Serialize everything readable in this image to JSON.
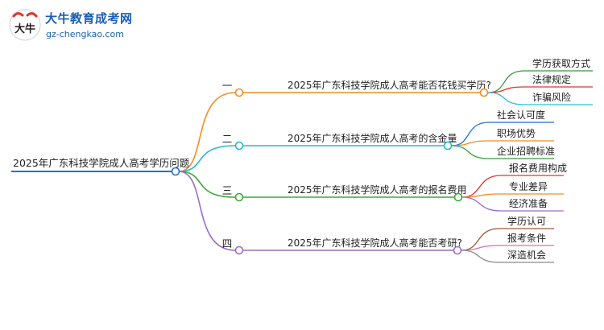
{
  "logo": {
    "brand": "大牛教育成考网",
    "url": "gz-chengkao.com",
    "badge_text": "大牛"
  },
  "mindmap": {
    "root": "2025年广东科技学院成人高考学历问题",
    "branches": [
      {
        "index": "一",
        "title": "2025年广东科技学院成人高考能否花钱买学历?",
        "color": "#f58b1f",
        "children": [
          {
            "label": "学历获取方式",
            "color": "#2e9e3a"
          },
          {
            "label": "法律规定",
            "color": "#e0352b"
          },
          {
            "label": "诈骗风险",
            "color": "#2bbfd6"
          }
        ]
      },
      {
        "index": "二",
        "title": "2025年广东科技学院成人高考的含金量",
        "color": "#24b9d0",
        "children": [
          {
            "label": "社会认可度",
            "color": "#1e72c8"
          },
          {
            "label": "职场优势",
            "color": "#f58b1f"
          },
          {
            "label": "企业招聘标准",
            "color": "#2e9e3a"
          }
        ]
      },
      {
        "index": "三",
        "title": "2025年广东科技学院成人高考的报名费用",
        "color": "#3ca83c",
        "children": [
          {
            "label": "报名费用构成",
            "color": "#e0352b"
          },
          {
            "label": "专业差异",
            "color": "#f58b1f"
          },
          {
            "label": "经济准备",
            "color": "#9a6cc8"
          }
        ]
      },
      {
        "index": "四",
        "title": "2025年广东科技学院成人高考能否考研?",
        "color": "#9a6cc8",
        "children": [
          {
            "label": "学历认可",
            "color": "#9b5a3a"
          },
          {
            "label": "报考条件",
            "color": "#e36aa6"
          },
          {
            "label": "深造机会",
            "color": "#8a8a8a"
          }
        ]
      }
    ],
    "root_color": "#1e72c8"
  }
}
